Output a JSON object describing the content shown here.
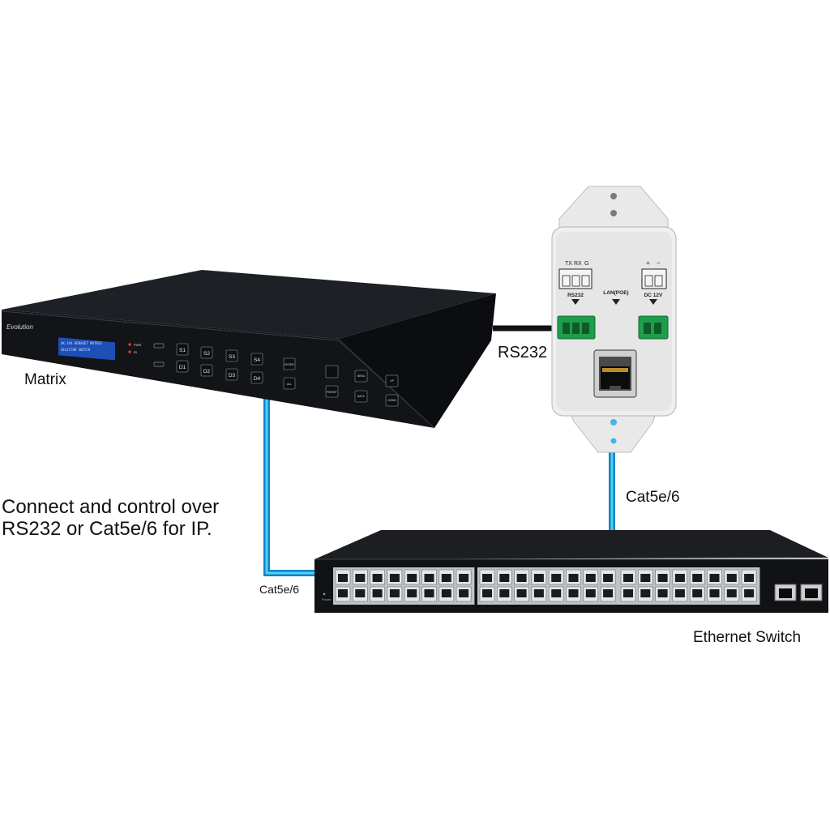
{
  "labels": {
    "matrix": "Matrix",
    "rs232": "RS232",
    "cat_right": "Cat5e/6",
    "cat_left": "Cat5e/6",
    "switch": "Ethernet Switch"
  },
  "caption": {
    "line1": "Connect and control over",
    "line2": "RS232 or Cat5e/6 for IP."
  },
  "matrix_device": {
    "brand": "Evolution",
    "lcd_line1": "4K 4X4 HDBASET MATRIX",
    "lcd_line2": "SELECTOR SWITCH",
    "led_pwr": "PWR",
    "led_ir": "IR",
    "source_buttons": [
      "S1",
      "S2",
      "S3",
      "S4"
    ],
    "display_buttons": [
      "D1",
      "D2",
      "D3",
      "D4"
    ],
    "btn_enter": "ENTER",
    "btn_all": "ALL",
    "btn_preset": "PRESET",
    "btn_menu": "MENU",
    "btn_back": "BACK",
    "btn_up": "UP",
    "btn_down": "DOWN"
  },
  "wallplate": {
    "rs232_pins": [
      "TX",
      "RX",
      "G"
    ],
    "rs232_label": "RS232",
    "lan_label": "LAN(POE)",
    "dc_pins": [
      "+",
      "−"
    ],
    "dc_label": "DC 12V"
  },
  "switch_device": {
    "power_label": "Power"
  },
  "colors": {
    "cable_blue": "#29b3e6",
    "cable_black": "#111111",
    "device_dark": "#15171b",
    "plate_white": "#ececec",
    "terminal_green": "#1e9e4a"
  }
}
